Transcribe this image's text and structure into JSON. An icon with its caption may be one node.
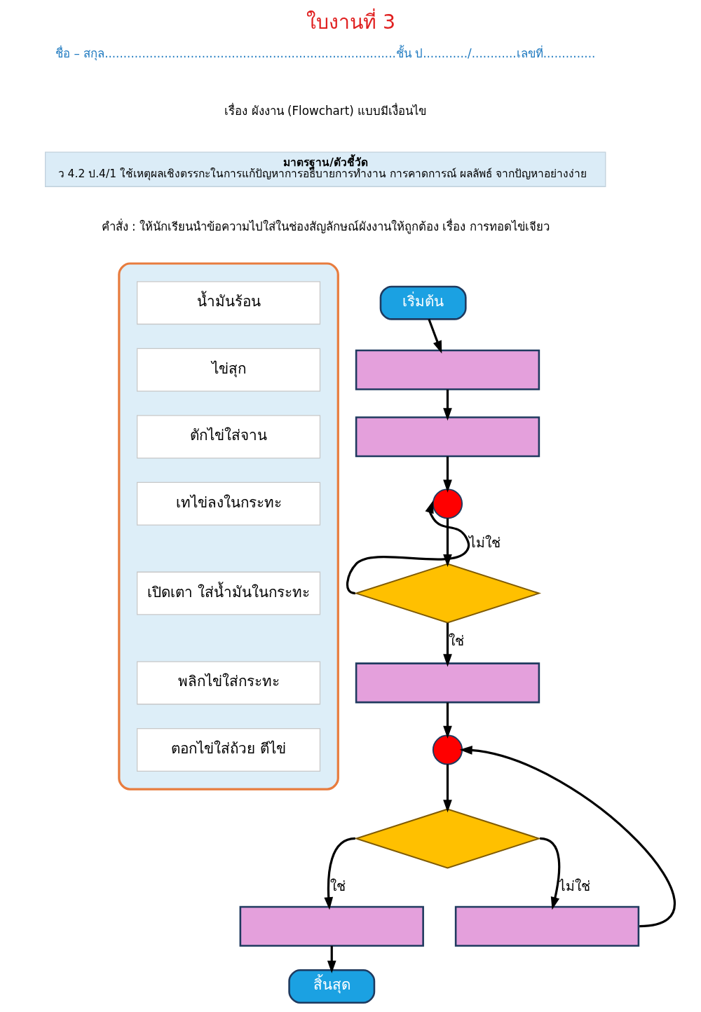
{
  "diagram": {
    "title": "ใบงานที่ 3",
    "nodes": [
      {
        "text": [
          "มาตรฐาน/ตัวชี้วัด",
          "ว 4.2 ป.4/1 ใช้เหตุผลเชิงตรรกะในการแก้ปัญหาการอธิบายการทำงาน การคาดการณ์ ผลลัพธ์ จากปัญหาอย่างง่าย"
        ]
      },
      {
        "text": [],
        "shape": "box"
      },
      {
        "text": [
          "น้ำมันร้อน"
        ],
        "in": 1
      },
      {
        "text": [
          "ไข่สุก"
        ],
        "in": 1
      },
      {
        "text": [
          "ตักไข่ใส่จาน"
        ],
        "in": 1
      },
      {
        "text": [
          "เทไข่ลงในกระทะ"
        ],
        "in": 1
      },
      {
        "text": [
          "เปิดเตา ใส่น้ำมันในกระทะ"
        ],
        "in": 1
      },
      {
        "text": [
          "พลิกไข่ใส่กระทะ"
        ],
        "in": 1
      },
      {
        "text": [
          "ตอกไข่ใส่ถ้วย ตีไข่"
        ],
        "in": 1
      },
      {
        "text": [
          "เริ่มต้น"
        ]
      },
      {
        "text": [],
        "shape": "box"
      },
      {
        "text": [],
        "shape": "box"
      },
      {
        "text": [],
        "shape": "circle"
      },
      {
        "text": [],
        "shape": "diamond"
      },
      {
        "text": [],
        "shape": "box"
      },
      {
        "text": [],
        "shape": "circle"
      },
      {
        "text": [],
        "shape": "diamond"
      },
      {
        "text": [],
        "shape": "box"
      },
      {
        "text": [],
        "shape": "box"
      },
      {
        "text": [
          "สิ้นสุด"
        ]
      }
    ],
    "edges": [
      {
        "from": 9,
        "to": 10,
        "arrow": "to"
      },
      {
        "from": 10,
        "to": 11,
        "arrow": "to"
      },
      {
        "from": 11,
        "to": 12,
        "arrow": "to"
      },
      {
        "from": 12,
        "to": 13,
        "arrow": "to"
      },
      {
        "from": 13,
        "to": 12,
        "label": "ไม่ใช่",
        "arrow": "to"
      },
      {
        "from": 13,
        "to": 14,
        "label": "ใช่",
        "arrow": "to"
      },
      {
        "from": 14,
        "to": 15,
        "arrow": "to"
      },
      {
        "from": 15,
        "to": 16,
        "arrow": "to"
      },
      {
        "from": 16,
        "to": 17,
        "label": "ใช่",
        "arrow": "to"
      },
      {
        "from": 16,
        "to": 18,
        "label": "ไม่ใช่",
        "arrow": "to"
      },
      {
        "from": 18,
        "to": 15,
        "arrow": "to"
      },
      {
        "from": 17,
        "to": 19,
        "arrow": "to"
      }
    ],
    "labels": [
      "ชื่อ – สกุล..............................................................................ชั้น ป............/............เลขที่..............",
      "เรื่อง ผังงาน (Flowchart) แบบมีเงื่อนไข",
      "คำสั่ง : ให้นักเรียนนำข้อความไปใส่ในช่องสัญลักษณ์ผังงานให้ถูกต้อง เรื่อง การทอดไข่เจียว"
    ]
  }
}
